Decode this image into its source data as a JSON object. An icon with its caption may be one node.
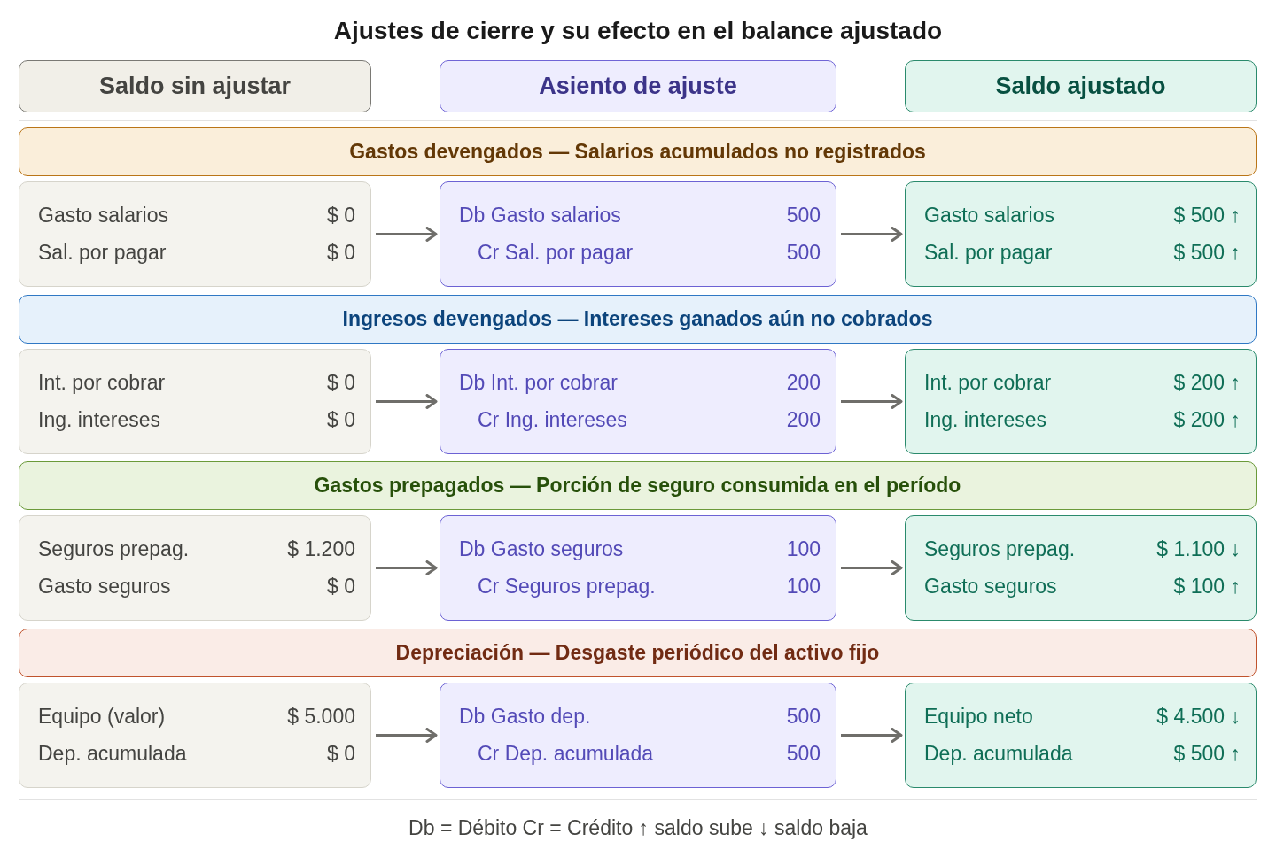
{
  "diagram": {
    "title": "Ajustes de cierre y su efecto en el balance ajustado",
    "nodes": [
      {
        "text": [
          "Saldo sin ajustar"
        ]
      },
      {
        "text": [
          "Asiento de ajuste"
        ]
      },
      {
        "text": [
          "Saldo ajustado"
        ]
      },
      {
        "text": [
          "Gastos devengados — Salarios acumulados no registrados"
        ]
      },
      {
        "text": [
          "Gasto salarios",
          "$ 0",
          "Sal. por pagar",
          "$ 0"
        ]
      },
      {
        "text": [
          "Db Gasto salarios",
          "500",
          "Cr Sal. por pagar",
          "500"
        ]
      },
      {
        "text": [
          "Gasto salarios",
          "$ 500 ↑",
          "Sal. por pagar",
          "$ 500 ↑"
        ]
      },
      {
        "text": [
          "Ingresos devengados — Intereses ganados aún no cobrados"
        ]
      },
      {
        "text": [
          "Int. por cobrar",
          "$ 0",
          "Ing. intereses",
          "$ 0"
        ]
      },
      {
        "text": [
          "Db Int. por cobrar",
          "200",
          "Cr Ing. intereses",
          "200"
        ]
      },
      {
        "text": [
          "Int. por cobrar",
          "$ 200 ↑",
          "Ing. intereses",
          "$ 200 ↑"
        ]
      },
      {
        "text": [
          "Gastos prepagados — Porción de seguro consumida en el período"
        ]
      },
      {
        "text": [
          "Seguros prepag.",
          "$ 1.200",
          "Gasto seguros",
          "$ 0"
        ]
      },
      {
        "text": [
          "Db Gasto seguros",
          "100",
          "Cr Seguros prepag.",
          "100"
        ]
      },
      {
        "text": [
          "Seguros prepag.",
          "$ 1.100 ↓",
          "Gasto seguros",
          "$ 100 ↑"
        ]
      },
      {
        "text": [
          "Depreciación — Desgaste periódico del activo fijo"
        ]
      },
      {
        "text": [
          "Equipo (valor)",
          "$ 5.000",
          "Dep. acumulada",
          "$ 0"
        ]
      },
      {
        "text": [
          "Db Gasto dep.",
          "500",
          "Cr Dep. acumulada",
          "500"
        ]
      },
      {
        "text": [
          "Equipo neto",
          "$ 4.500 ↓",
          "Dep. acumulada",
          "$ 500 ↑"
        ]
      }
    ],
    "edges": [
      {
        "from": 4,
        "to": 5,
        "arrow": "to"
      },
      {
        "from": 5,
        "to": 6,
        "arrow": "to"
      },
      {
        "from": 8,
        "to": 9,
        "arrow": "to"
      },
      {
        "from": 9,
        "to": 10,
        "arrow": "to"
      },
      {
        "from": 12,
        "to": 13,
        "arrow": "to"
      },
      {
        "from": 13,
        "to": 14,
        "arrow": "to"
      },
      {
        "from": 16,
        "to": 17,
        "arrow": "to"
      },
      {
        "from": 17,
        "to": 18,
        "arrow": "to"
      }
    ],
    "caption": "Db = Débito Cr = Crédito ↑ saldo sube ↓ saldo baja"
  }
}
